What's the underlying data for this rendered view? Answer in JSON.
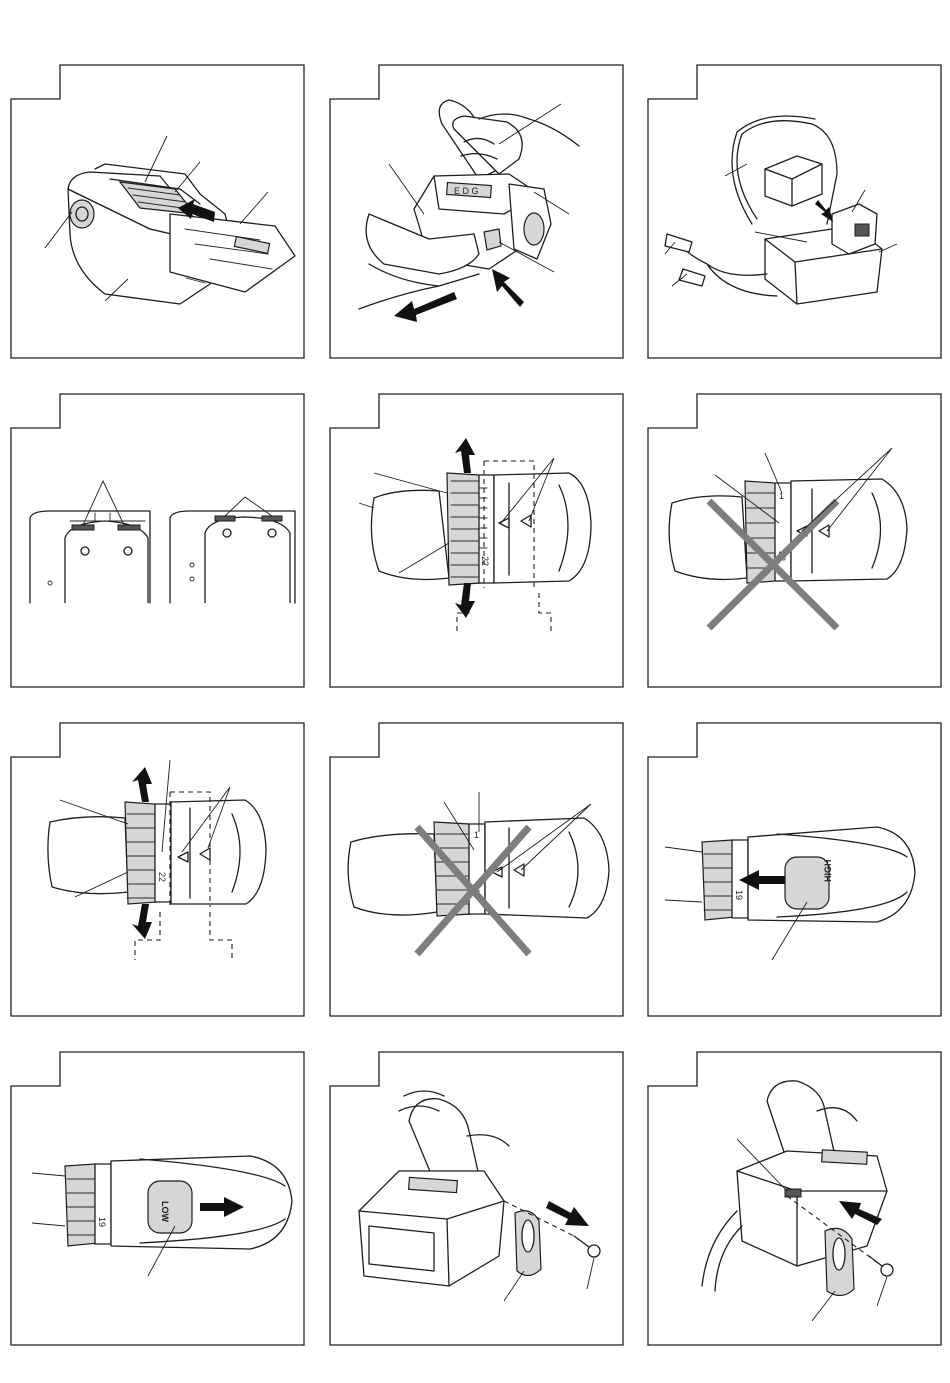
{
  "figures": [
    {
      "id": "fig-1",
      "subject": "battery-removal-release"
    },
    {
      "id": "fig-2",
      "subject": "battery-pack-release-latch"
    },
    {
      "id": "fig-3",
      "subject": "charger-car-adapter"
    },
    {
      "id": "fig-4",
      "subject": "battery-indicator-contacts"
    },
    {
      "id": "fig-5",
      "subject": "clutch-dial-adjustment"
    },
    {
      "id": "fig-6",
      "subject": "clutch-dial-incorrect"
    },
    {
      "id": "fig-7",
      "subject": "clutch-dial-adjustment-2"
    },
    {
      "id": "fig-8",
      "subject": "clutch-dial-incorrect-2"
    },
    {
      "id": "fig-9",
      "subject": "speed-switch-high"
    },
    {
      "id": "fig-10",
      "subject": "speed-switch-low"
    },
    {
      "id": "fig-11",
      "subject": "belt-hook-removal"
    },
    {
      "id": "fig-12",
      "subject": "belt-hook-attachment"
    }
  ],
  "labels": {
    "scale_22": "22",
    "scale_19": "19",
    "scale_1": "1",
    "high": "HIGH",
    "low": "LOW"
  }
}
